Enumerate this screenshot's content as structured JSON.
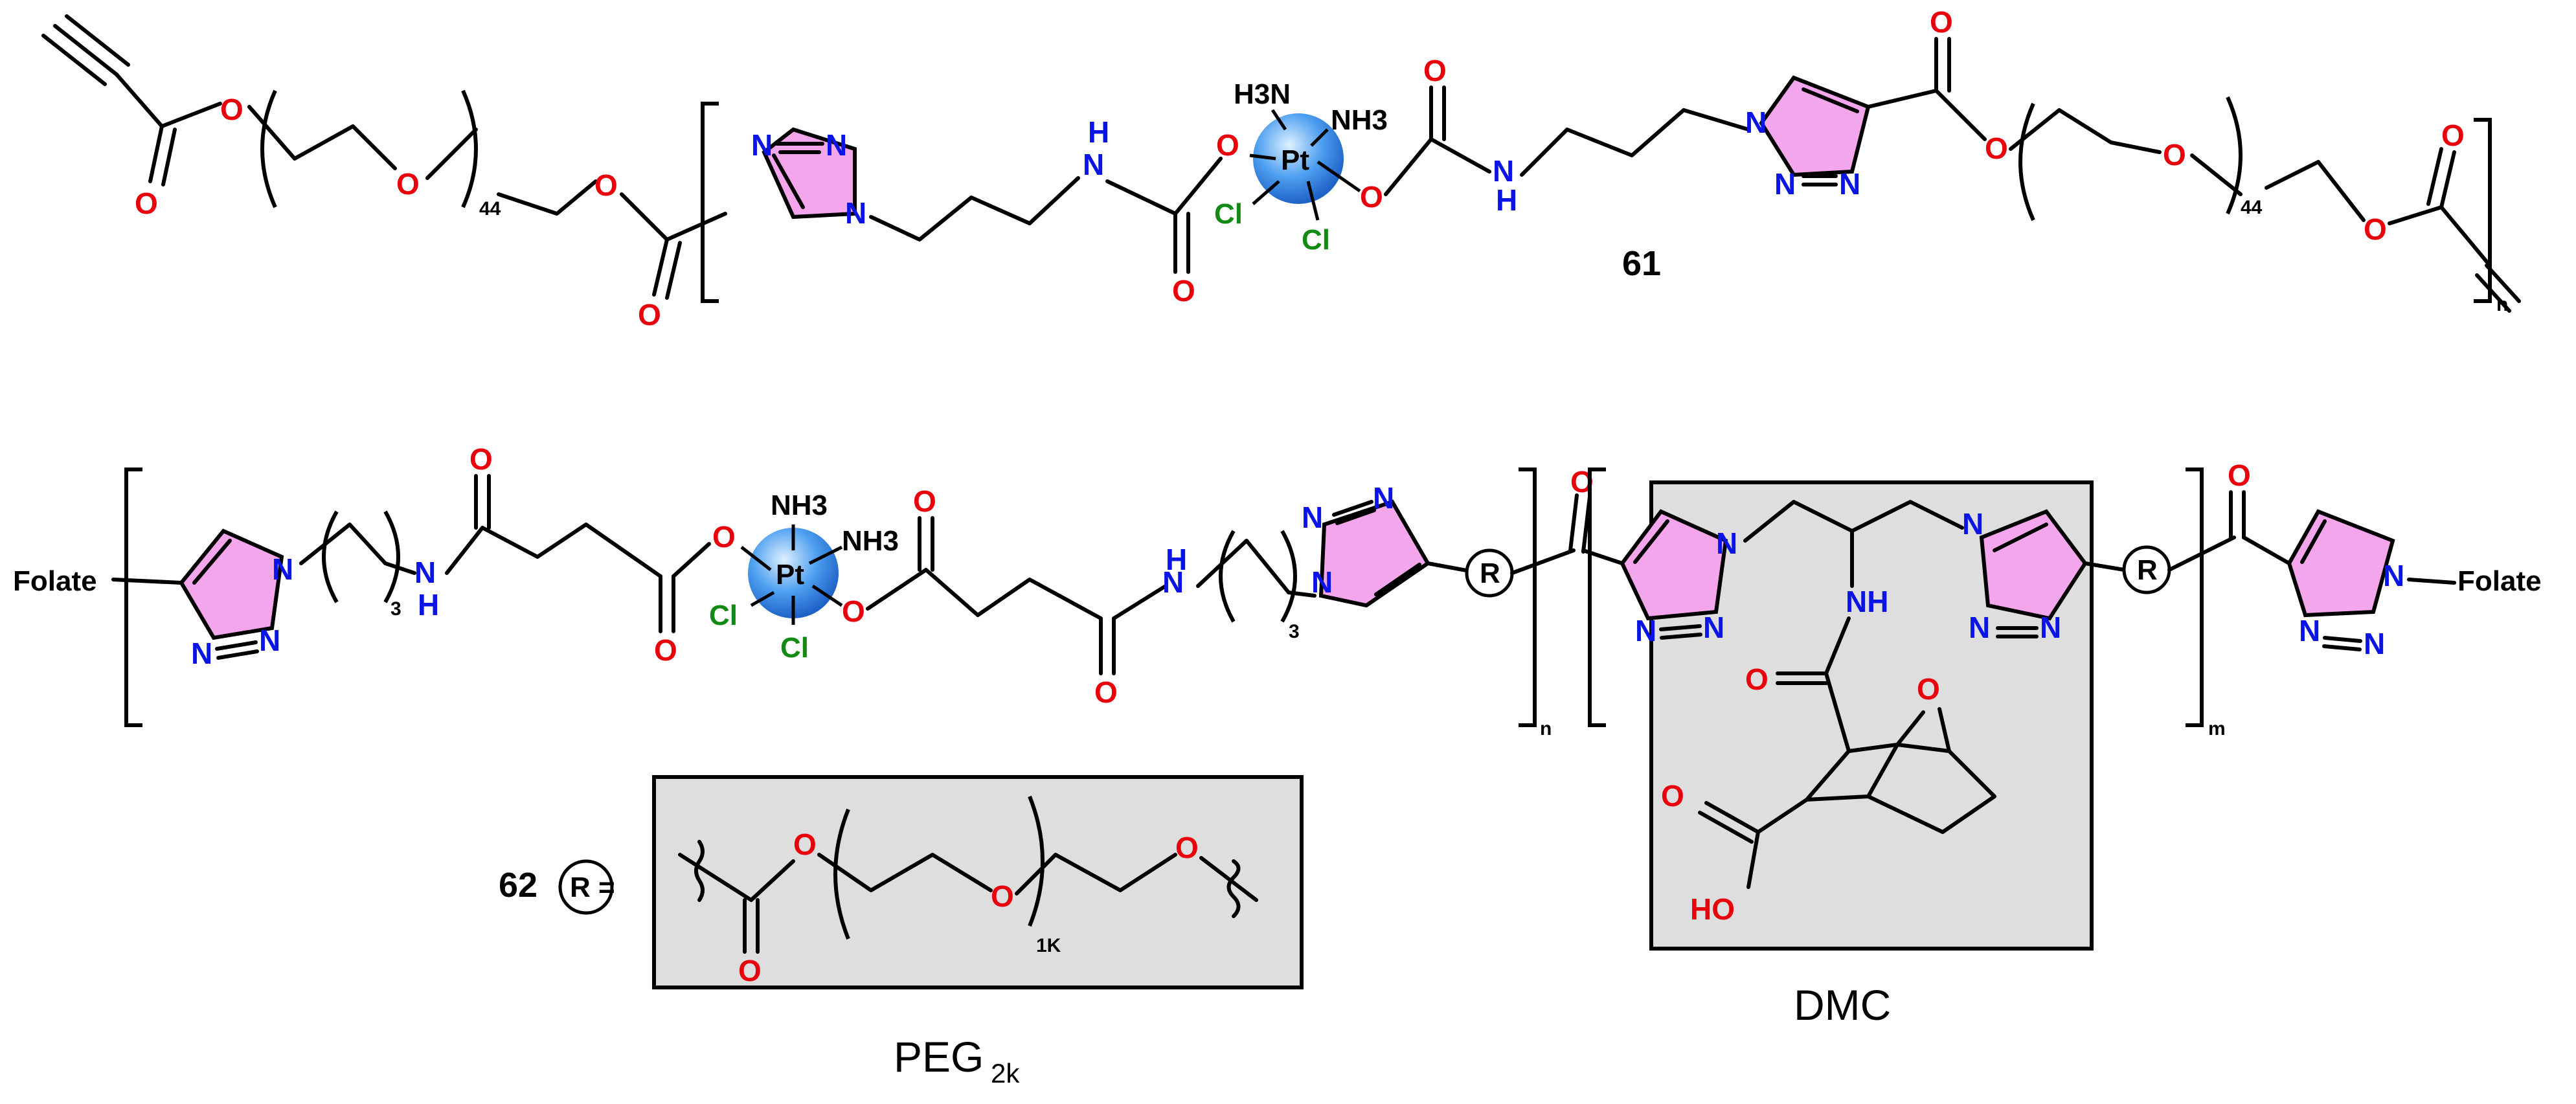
{
  "colors": {
    "oxygen": "#e8000b",
    "nitrogen": "#0a14e6",
    "chlorine": "#138a13",
    "triazole_fill": "#f4a6ec",
    "box_fill": "#dedede",
    "platinum_sphere": "#3a8fe8"
  },
  "atoms": {
    "O": "O",
    "N": "N",
    "NH": "NH",
    "N_text": "N",
    "H": "H",
    "H3N": "H3N",
    "NH3": "NH3",
    "Pt": "Pt",
    "Cl": "Cl",
    "HO": "HO",
    "R": "R"
  },
  "structure_61": {
    "label": "61",
    "peg_repeat": "44",
    "repeat_index": "n"
  },
  "structure_62": {
    "label": "62",
    "folate_left": "Folate",
    "folate_right": "Folate",
    "methylene_repeat": "3",
    "repeat_index_n": "n",
    "repeat_index_m": "m",
    "r_def_label": "R =",
    "peg_repeat": "1K"
  },
  "captions": {
    "peg": "PEG",
    "peg_sub": "2k",
    "dmc": "DMC"
  }
}
